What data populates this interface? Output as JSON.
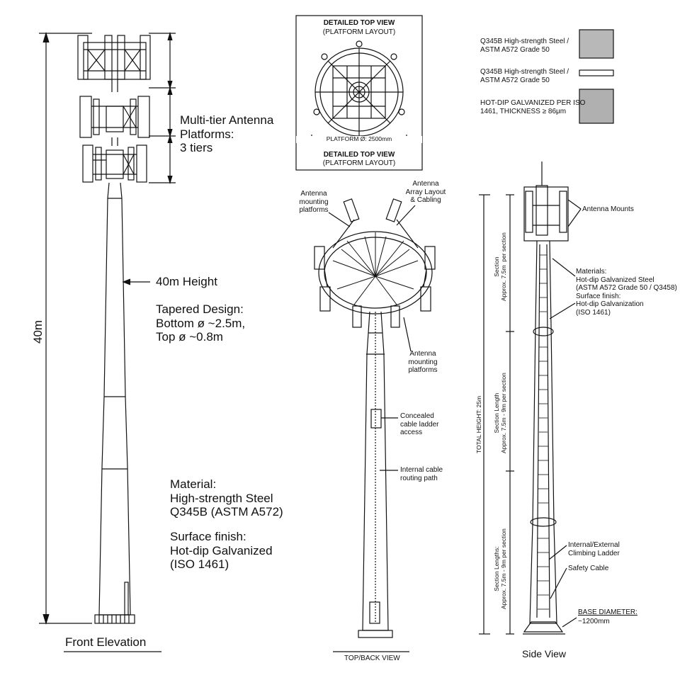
{
  "front": {
    "height_dim": "40m",
    "tiers_label": "Multi-tier Antenna\nPlatforms:\n3 tiers",
    "height_label": "40m Height",
    "taper_label": "Tapered Design:\nBottom ø ~2.5m,\nTop ø ~0.8m",
    "material_label": "Material:\nHigh-strength Steel\nQ345B (ASTM A572)",
    "finish_label": "Surface finish:\nHot-dip Galvanized\n(ISO 1461)",
    "view_title": "Front Elevation"
  },
  "top": {
    "title_1": "DETAILED TOP VIEW",
    "subtitle_1": "(PLATFORM LAYOUT)",
    "platform_dim": "PLATFORM Ø: 2500mm",
    "title_2": "DETAILED TOP VIEW",
    "subtitle_2": "(PLATFORM LAYOUT)"
  },
  "legend": {
    "item_1": "Q345B High-strength Steel /\nASTM A572 Grade 50",
    "item_2": "Q345B High-strength Steel /\nASTM A572 Grade 50",
    "item_3": "HOT-DIP GALVANIZED PER ISO\n1461, THICKNESS ≥ 86μm"
  },
  "back": {
    "mount_top": "Antenna\nmounting\nplatforms",
    "array": "Antenna\nArray Layout\n& Cabling",
    "mount_bottom": "Antenna\nmounting\nplatforms",
    "ladder": "Concealed\ncable ladder\naccess",
    "routing": "Internal cable\nrouting path",
    "view_title": "TOP/BACK VIEW"
  },
  "side": {
    "mounts": "Antenna Mounts",
    "materials": "Materials:\nHot-dip Galvanized Steel\n(ASTM A572 Grade 50 / Q3458)\nSurface finish:\nHot-dip Galvanization\n(ISO 1461)",
    "section_1": "Section\nApprox. 7.5m  per section",
    "section_2": "Section Length\nApprox. 7.5m - 9m per section",
    "section_3": "Section Lengths:\nApprox. 7.5m - 9m per section",
    "total_height": "TOTAL HEIGHT: 25m",
    "ladder": "Internal/External\nClimbing Ladder",
    "safety": "Safety Cable",
    "base_title": "BASE DIAMETER:",
    "base_value": "~1200mm",
    "view_title": "Side View"
  }
}
